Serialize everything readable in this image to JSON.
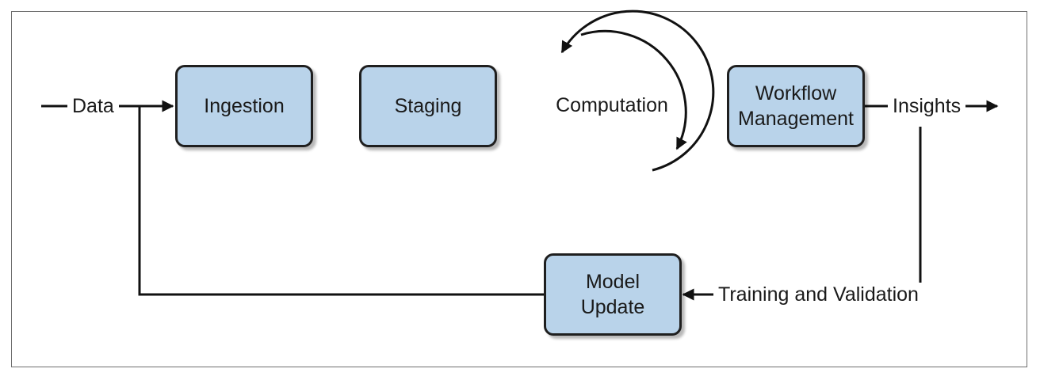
{
  "nodes": {
    "ingestion": "Ingestion",
    "staging": "Staging",
    "computation": "Computation",
    "workflow": {
      "line1": "Workflow",
      "line2": "Management"
    },
    "model_update": {
      "line1": "Model",
      "line2": "Update"
    }
  },
  "labels": {
    "data": "Data",
    "insights": "Insights",
    "training": "Training and Validation"
  },
  "colors": {
    "node_fill": "#b9d3ea",
    "node_border": "#1f1f1f",
    "line": "#111111"
  }
}
